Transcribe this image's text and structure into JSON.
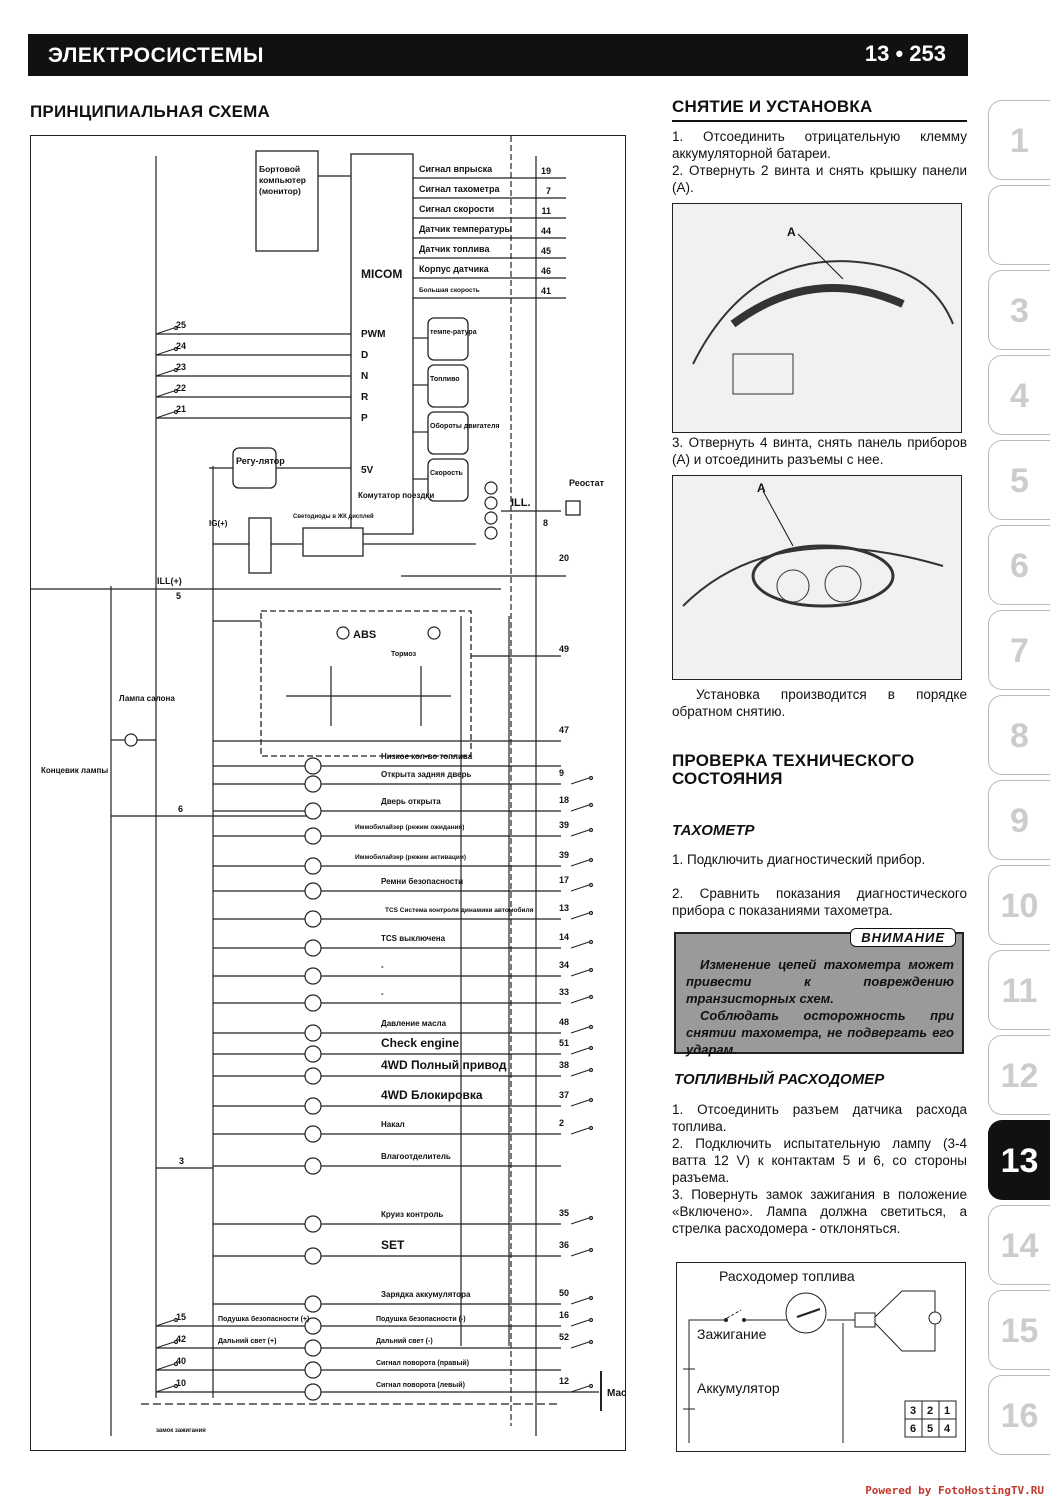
{
  "header": {
    "title": "ЭЛЕКТРОСИСТЕМЫ",
    "page": "13 • 253"
  },
  "left": {
    "heading": "ПРИНЦИПИАЛЬНАЯ СХЕМА"
  },
  "diagram": {
    "board_computer": "Бортовой компьютер (монитор)",
    "micom": "MICOM",
    "signals": [
      {
        "label": "Сигнал впрыска",
        "pin": "19"
      },
      {
        "label": "Сигнал тахометра",
        "pin": "7"
      },
      {
        "label": "Сигнал скорости",
        "pin": "11"
      },
      {
        "label": "Датчик температуры",
        "pin": "44"
      },
      {
        "label": "Датчик топлива",
        "pin": "45"
      },
      {
        "label": "Корпус датчика",
        "pin": "46"
      },
      {
        "label": "Большая скорость",
        "pin": "41"
      }
    ],
    "gear_inputs": [
      {
        "pin": "25",
        "label": "PWM"
      },
      {
        "pin": "24",
        "label": "D"
      },
      {
        "pin": "23",
        "label": "N"
      },
      {
        "pin": "22",
        "label": "R"
      },
      {
        "pin": "21",
        "label": "P"
      }
    ],
    "gauges": [
      "темпе-ратура",
      "Топливо",
      "Обороты двигателя",
      "Скорость"
    ],
    "regulator": "Регу-лятор",
    "v5": "5V",
    "trip": "Комутатор поездки",
    "lcd_leds": "Светодиоды в ЖК дисплей",
    "ig": "IG(+)",
    "ill_plus": "ILL(+)",
    "pin5": "5",
    "rheostat": "Реостат",
    "ill": "ILL.",
    "pin8": "8",
    "pin20": "20",
    "abs": "ABS",
    "brake": "Тормоз",
    "pin49": "49",
    "pin47": "47",
    "cabin_lamp": "Лампа салона",
    "door_switch": "Концевик лампы",
    "pin6": "6",
    "pin3": "3",
    "lamps": [
      {
        "label": "Низкое кол-во топлива",
        "pin": ""
      },
      {
        "label": "Открыта задняя дверь",
        "pin": "9"
      },
      {
        "label": "Дверь открыта",
        "pin": "18"
      },
      {
        "label": "Иммобилайзер (режим ожидания)",
        "pin": "39"
      },
      {
        "label": "Иммобилайзер (режим активации)",
        "pin": "39"
      },
      {
        "label": "Ремни безопасности",
        "pin": "17"
      },
      {
        "label": "TCS Система контроля динамики автомобиля",
        "pin": "13"
      },
      {
        "label": "TCS выключена",
        "pin": "14"
      },
      {
        "label": "-",
        "pin": "34"
      },
      {
        "label": "-",
        "pin": "33"
      },
      {
        "label": "Давление масла",
        "pin": "48"
      },
      {
        "label": "Check engine",
        "pin": "51"
      },
      {
        "label": "4WD Полный привод",
        "pin": "38"
      },
      {
        "label": "4WD Блокировка",
        "pin": "37"
      },
      {
        "label": "Накал",
        "pin": "2"
      },
      {
        "label": "Влагоотделитель",
        "pin": ""
      },
      {
        "label": "Круиз контроль",
        "pin": "35"
      },
      {
        "label": "SET",
        "pin": "36"
      },
      {
        "label": "Зарядка аккумулятора",
        "pin": "50"
      }
    ],
    "bottom": [
      {
        "left_pin": "15",
        "left": "Подушка безопасности (+)",
        "right": "Подушка безопасности (-)",
        "pin": "16"
      },
      {
        "left_pin": "42",
        "left": "Дальний свет (+)",
        "right": "Дальний свет (-)",
        "pin": "52"
      },
      {
        "left_pin": "40",
        "left": "",
        "right": "Сигнал поворота (правый)",
        "pin": ""
      },
      {
        "left_pin": "10",
        "left": "",
        "right": "Сигнал поворота (левый)",
        "pin": "12"
      }
    ],
    "ground": "Масса",
    "ignition": "замок зажигания"
  },
  "right": {
    "removal_heading": "СНЯТИЕ И УСТАНОВКА",
    "removal_steps": [
      "1. Отсоединить отрицательную клемму аккумуляторной батареи.",
      "2. Отвернуть 2 винта и снять крышку панели (А)."
    ],
    "photo_label": "A",
    "step3": "3. Отвернуть 4 винта, снять панель приборов (А) и отсоединить разъемы с нее.",
    "install_note": "Установка производится в порядке обратном снятию.",
    "check_heading": "ПРОВЕРКА ТЕХНИЧЕСКОГО СОСТОЯНИЯ",
    "tach_heading": "ТАХОМЕТР",
    "tach_steps": [
      "1. Подключить диагностический прибор.",
      "2. Сравнить показания диагностического прибора с показаниями тахометра."
    ],
    "warning_label": "ВНИМАНИЕ",
    "warning_text": [
      "Изменение цепей тахометра может привести к повреждению транзисторных схем.",
      "Соблюдать осторожность при снятии тахометра, не подвергать его ударам."
    ],
    "fuel_heading": "ТОПЛИВНЫЙ РАСХОДОМЕР",
    "fuel_steps": [
      "1. Отсоединить разъем датчика расхода топлива.",
      "2. Подключить испытательную лампу (3-4 ватта 12 V) к контактам 5 и 6, со стороны разъема.",
      "3. Повернуть замок зажигания в положение «Включено». Лампа должна светиться, а стрелка расходомера - отклоняться."
    ],
    "fig": {
      "title": "Расходомер топлива",
      "ignition": "Зажигание",
      "battery": "Аккумулятор",
      "connector": [
        "3",
        "2",
        "1",
        "6",
        "5",
        "4"
      ]
    }
  },
  "tabs": [
    "1",
    "",
    "3",
    "4",
    "5",
    "6",
    "7",
    "8",
    "9",
    "10",
    "11",
    "12",
    "13",
    "14",
    "15",
    "16"
  ],
  "active_tab": "13",
  "footer": "Powered by FotoHostingTV.RU"
}
